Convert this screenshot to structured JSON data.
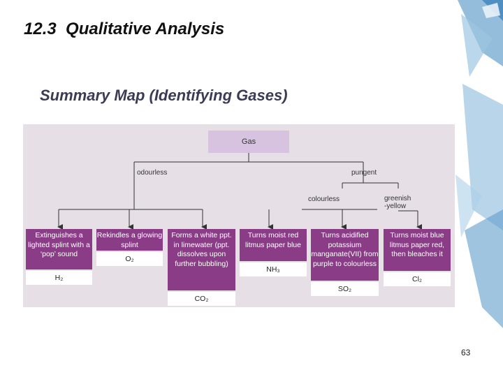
{
  "slide": {
    "title": "12.3  Qualitative Analysis",
    "subtitle": "Summary Map (Identifying Gases)",
    "page_number": "63"
  },
  "map": {
    "root": "Gas",
    "branches": {
      "left": "odourless",
      "right": "pungent",
      "right_sub_left": "colourless",
      "right_sub_right": "greenish\n-yellow"
    },
    "tests": [
      {
        "text": "Extinguishes a lighted splint with a ‘pop’ sound",
        "gas": "H₂"
      },
      {
        "text": "Rekindles a glowing splint",
        "gas": "O₂"
      },
      {
        "text": "Forms a white ppt. in limewater (ppt. dissolves upon further bubbling)",
        "gas": "CO₂"
      },
      {
        "text": "Turns moist red litmus paper blue",
        "gas": "NH₃"
      },
      {
        "text": "Turns acidified potassium manganate(VII) from purple to colourless",
        "gas": "SO₂"
      },
      {
        "text": "Turns moist blue litmus paper red, then bleaches it",
        "gas": "Cl₂"
      }
    ]
  },
  "colors": {
    "card_purple": "#8a3d86",
    "root_box": "#d7c3df",
    "map_background": "#e6dfe6"
  }
}
